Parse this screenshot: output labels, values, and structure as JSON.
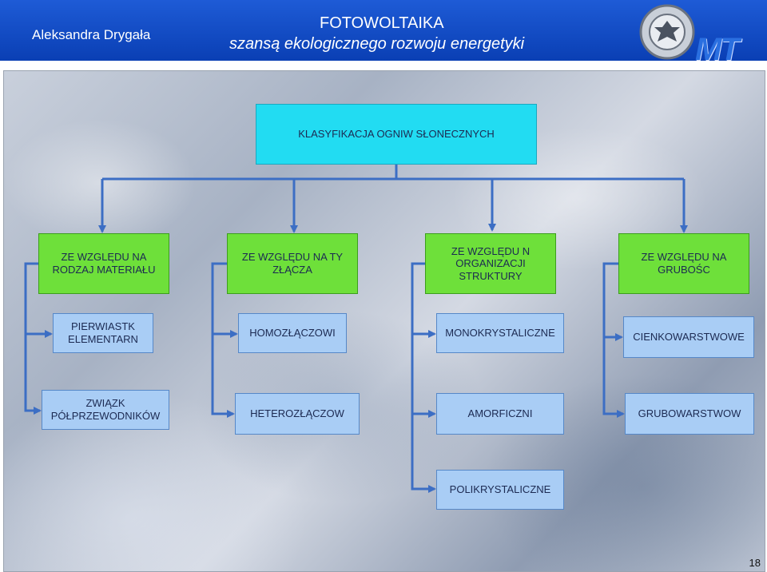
{
  "header": {
    "author": "Aleksandra Drygała",
    "title": "FOTOWOLTAIKA",
    "subtitle": "szansą ekologicznego rozwoju energetyki",
    "logo_text": "MT"
  },
  "diagram": {
    "root": "KLASYFIKACJA OGNIW SŁONECZNYCH",
    "categories": [
      {
        "label": "ZE WZGLĘDU NA\nRODZAJ MATERIAŁU",
        "items": [
          "PIERWIASTK\nELEMENTARN",
          "ZWIĄZK\nPÓŁPRZEWODNIKÓW"
        ]
      },
      {
        "label": "ZE WZGLĘDU NA TY\nZŁĄCZA",
        "items": [
          "HOMOZŁĄCZOWI",
          "HETEROZŁĄCZOW"
        ]
      },
      {
        "label": "ZE WZGLĘDU N\nORGANIZACJI\nSTRUKTURY",
        "items": [
          "MONOKRYSTALICZNE",
          "AMORFICZNI",
          "POLIKRYSTALICZNE"
        ]
      },
      {
        "label": "ZE WZGLĘDU NA\nGRUBOŚC",
        "items": [
          "CIENKOWARSTWOWE",
          "GRUBOWARSTWOW"
        ]
      }
    ]
  },
  "footer": {
    "page_number": "18"
  },
  "colors": {
    "header": "#0a3fb4",
    "root": "#22dcf2",
    "category": "#6ee03a",
    "item": "#a9cdf5",
    "connector": "#3c6ec4"
  }
}
